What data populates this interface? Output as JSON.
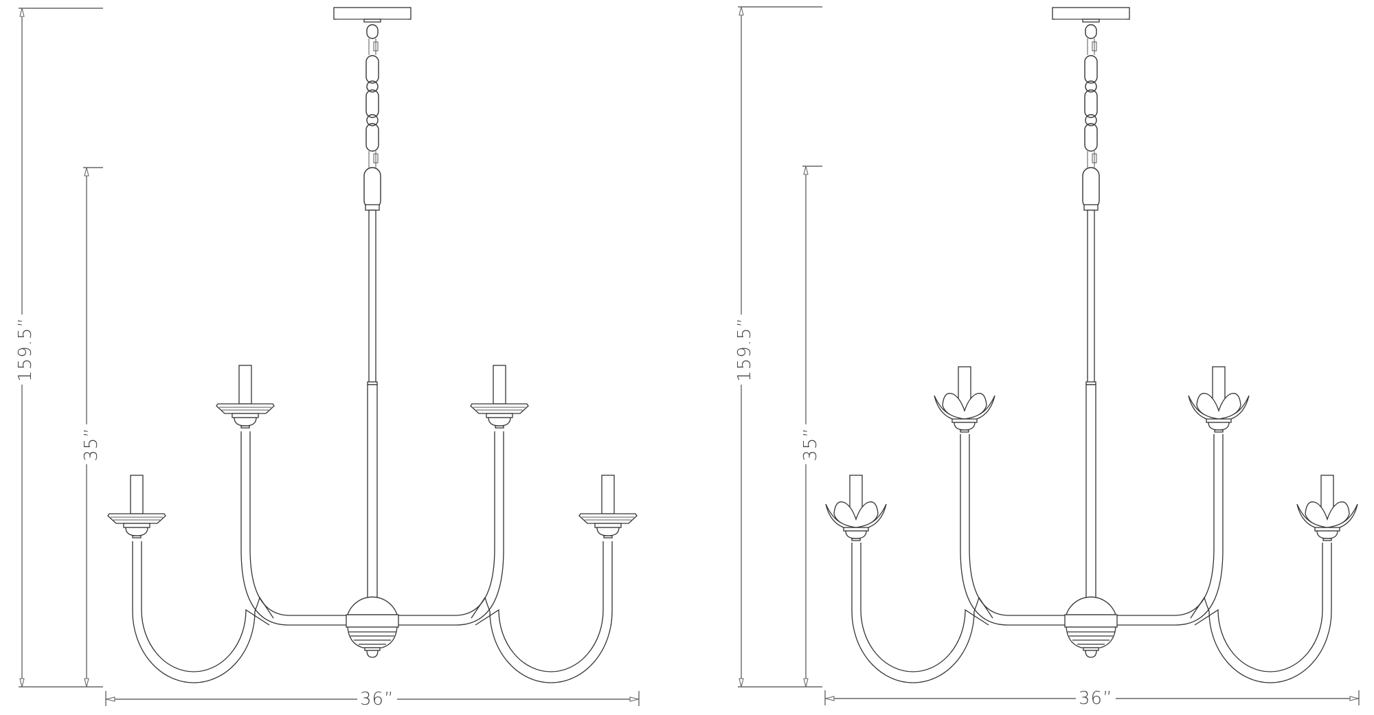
{
  "diagram": {
    "type": "product-dimension-drawing",
    "subject": "4-light linear chandelier",
    "views": [
      {
        "id": "left",
        "variant": "flat disc bobeche cups",
        "dimensions": {
          "overall_height": "159.5”",
          "fixture_height": "35”",
          "width": "36”"
        }
      },
      {
        "id": "right",
        "variant": "flower petal bobeche cups",
        "dimensions": {
          "overall_height": "159.5”",
          "fixture_height": "35”",
          "width": "36”"
        }
      }
    ],
    "components": [
      "canopy",
      "chain",
      "downrod",
      "center-sphere",
      "curved-arms",
      "candle-sleeves",
      "bobeches"
    ],
    "colors": {
      "line": "#333333",
      "dimension_line": "#666666",
      "background": "#ffffff"
    }
  }
}
